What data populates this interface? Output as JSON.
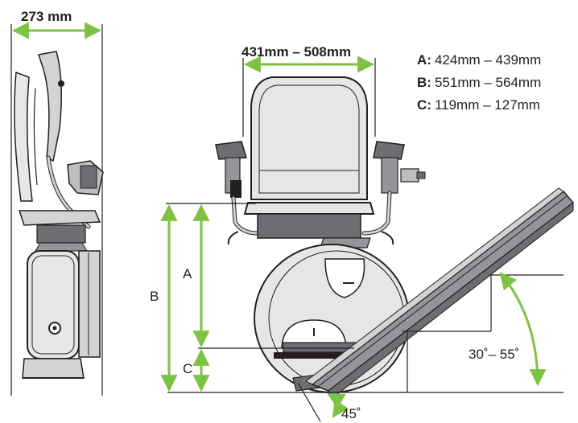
{
  "dimensions": {
    "width_depth": "273 mm",
    "seat_width": "431mm – 508mm",
    "angle_range": "30˚– 55˚",
    "footrest_angle": "45˚"
  },
  "legend": [
    {
      "key": "A:",
      "value": "424mm – 439mm"
    },
    {
      "key": "B:",
      "value": "551mm – 564mm"
    },
    {
      "key": "C:",
      "value": "119mm – 127mm"
    }
  ],
  "markers": {
    "a": "A",
    "b": "B",
    "c": "C"
  },
  "colors": {
    "accent": "#7dc242",
    "line": "#231f20",
    "fill": "#e6e6e6",
    "dark": "#6d6e71"
  }
}
